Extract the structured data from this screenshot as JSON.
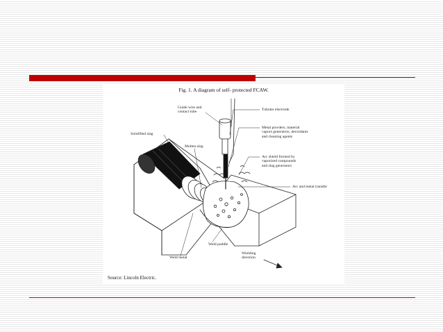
{
  "figure": {
    "title": "Fig. 1. A diagram of self- protected FCAW.",
    "source": "Source: Lincoln Electric."
  },
  "labels": {
    "guide_wire_1": "Guide wire and",
    "guide_wire_2": "contact tube",
    "tubular_electrode": "Tubular electrode",
    "metal_powders_1": "Metal powders, material",
    "metal_powders_2": "vapors generators, deoxidants",
    "metal_powders_3": "and cleaning agents",
    "solidified_slag": "Solidified slag",
    "molten_slag": "Molten slag",
    "arc_shield_1": "Arc shield formed by",
    "arc_shield_2": "vaporized compounds",
    "arc_shield_3": "and slag generators",
    "arc_metal_transfer": "Arc and metal transfer",
    "weld_puddle": "Weld puddle",
    "weld_metal": "Weld metal",
    "welding_direction_1": "Wielding",
    "welding_direction_2": "direction"
  },
  "colors": {
    "accent_red": "#c00000",
    "line": "#222222"
  }
}
